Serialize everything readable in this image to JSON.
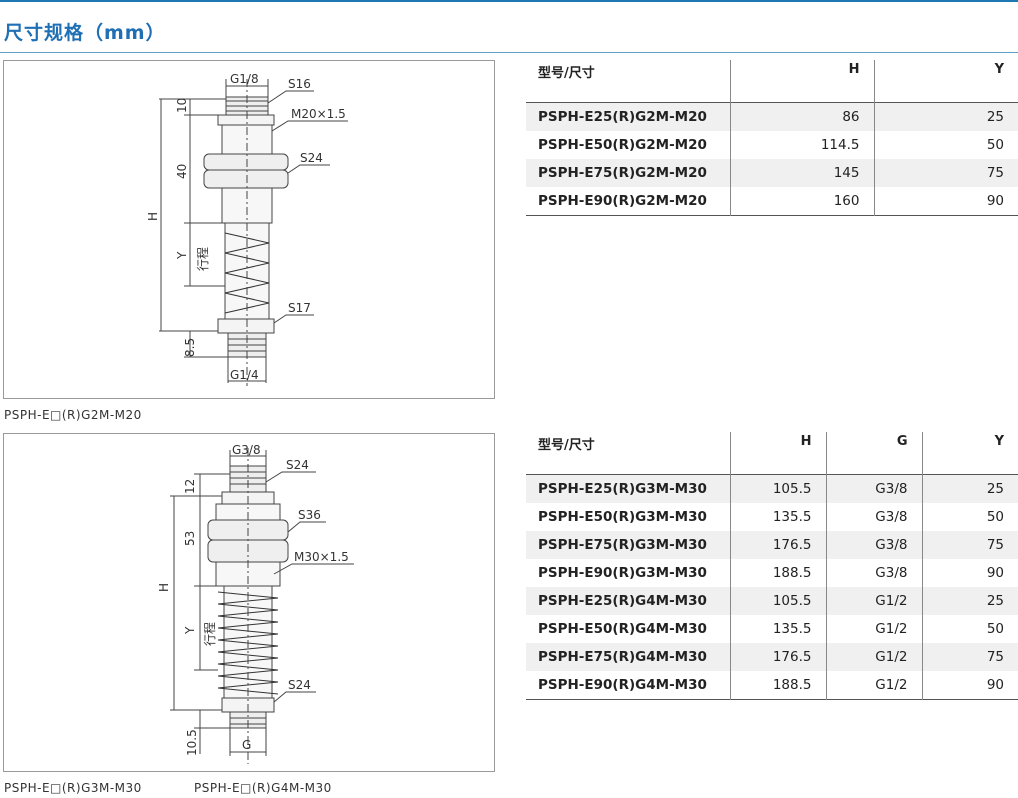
{
  "title": "尺寸规格（mm）",
  "drawing1": {
    "caption": "PSPH-E□(R)G2M-M20",
    "labels": {
      "g_top": "G1/8",
      "s_top": "S16",
      "dim_top": "10",
      "thread": "M20×1.5",
      "dim_mid": "40",
      "s_mid": "S24",
      "h": "H",
      "y": "Y",
      "stroke": "行程",
      "s_bottom": "S17",
      "dim_bottom": "8.5",
      "g_bottom": "G1/4"
    }
  },
  "drawing2": {
    "caption_a": "PSPH-E□(R)G3M-M30",
    "caption_b": "PSPH-E□(R)G4M-M30",
    "labels": {
      "g_top": "G3/8",
      "s_top": "S24",
      "dim_top": "12",
      "dim_mid": "53",
      "s_mid": "S36",
      "thread": "M30×1.5",
      "h": "H",
      "y": "Y",
      "stroke": "行程",
      "s_bottom": "S24",
      "dim_bottom": "10.5",
      "g_bottom": "G"
    }
  },
  "table1": {
    "headers": [
      "型号/尺寸",
      "H",
      "Y"
    ],
    "rows": [
      [
        "PSPH-E25(R)G2M-M20",
        "86",
        "25"
      ],
      [
        "PSPH-E50(R)G2M-M20",
        "114.5",
        "50"
      ],
      [
        "PSPH-E75(R)G2M-M20",
        "145",
        "75"
      ],
      [
        "PSPH-E90(R)G2M-M20",
        "160",
        "90"
      ]
    ]
  },
  "table2": {
    "headers": [
      "型号/尺寸",
      "H",
      "G",
      "Y"
    ],
    "rows": [
      [
        "PSPH-E25(R)G3M-M30",
        "105.5",
        "G3/8",
        "25"
      ],
      [
        "PSPH-E50(R)G3M-M30",
        "135.5",
        "G3/8",
        "50"
      ],
      [
        "PSPH-E75(R)G3M-M30",
        "176.5",
        "G3/8",
        "75"
      ],
      [
        "PSPH-E90(R)G3M-M30",
        "188.5",
        "G3/8",
        "90"
      ],
      [
        "PSPH-E25(R)G4M-M30",
        "105.5",
        "G1/2",
        "25"
      ],
      [
        "PSPH-E50(R)G4M-M30",
        "135.5",
        "G1/2",
        "50"
      ],
      [
        "PSPH-E75(R)G4M-M30",
        "176.5",
        "G1/2",
        "75"
      ],
      [
        "PSPH-E90(R)G4M-M30",
        "188.5",
        "G1/2",
        "90"
      ]
    ]
  },
  "colors": {
    "accent": "#1f6fb5",
    "row_shade": "#f0f0f0"
  }
}
